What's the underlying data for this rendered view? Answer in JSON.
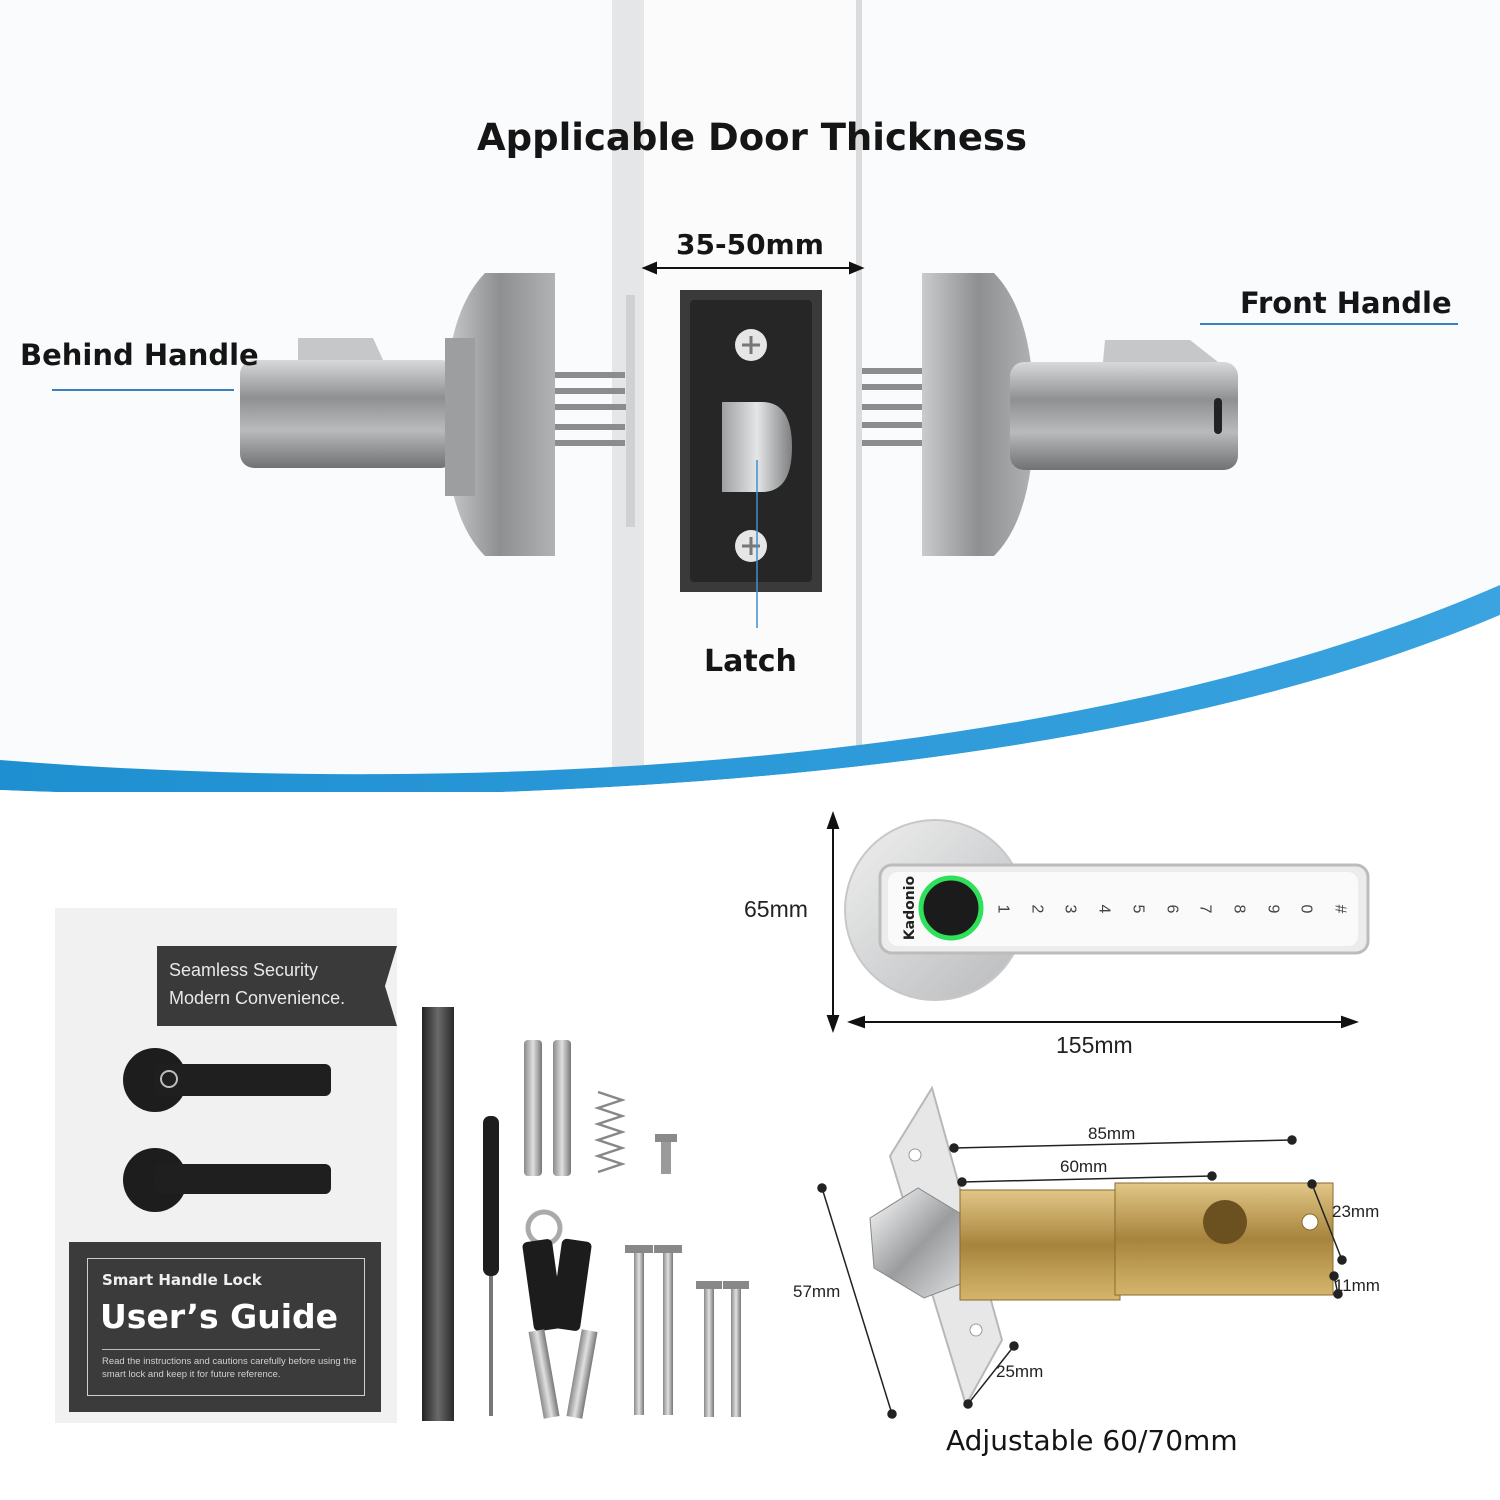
{
  "headline": "Applicable Door Thickness",
  "thickness_label": "35-50mm",
  "labels": {
    "behind_handle": "Behind Handle",
    "front_handle": "Front Handle",
    "latch": "Latch"
  },
  "handle_dimensions": {
    "height": "65mm",
    "width": "155mm"
  },
  "handle_keypad": {
    "brand": "Kadonio",
    "keys": [
      "1",
      "2",
      "3",
      "4",
      "5",
      "6",
      "7",
      "8",
      "9",
      "0",
      "#"
    ]
  },
  "manual": {
    "tagline_1": "Seamless Security",
    "tagline_2": "Modern Convenience.",
    "subtitle": "Smart Handle Lock",
    "title": "User’s Guide",
    "note": "Read the instructions and cautions carefully before using the smart lock and keep it for future reference."
  },
  "latch_dimensions": {
    "d85": "85mm",
    "d60": "60mm",
    "d23": "23mm",
    "d11": "11mm",
    "d57": "57mm",
    "d25": "25mm"
  },
  "latch_caption": "Adjustable 60/70mm",
  "colors": {
    "accent_blue": "#2f9ad8",
    "metal": "#a9abad",
    "latch_plate": "#2c2c2c",
    "brass": "#c9a75c",
    "fingerprint_ring": "#2fe05a"
  }
}
